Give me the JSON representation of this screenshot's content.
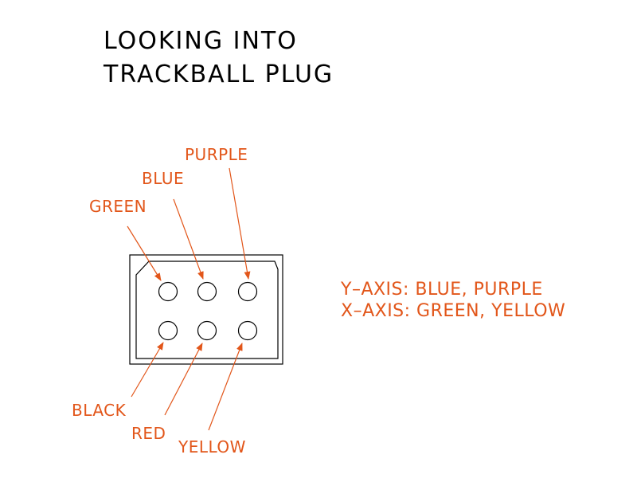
{
  "title": {
    "line1": "LOOKING  INTO",
    "line2": "TRACKBALL  PLUG"
  },
  "wire_labels": {
    "purple": "PURPLE",
    "blue": "BLUE",
    "green": "GREEN",
    "black": "BLACK",
    "red": "RED",
    "yellow": "YELLOW"
  },
  "axis_notes": {
    "y_axis": "Y–AXIS:  BLUE,  PURPLE",
    "x_axis": "X–AXIS:  GREEN,  YELLOW"
  },
  "colors": {
    "label": "#e2561a",
    "drawing": "#000000",
    "background": "#ffffff"
  }
}
